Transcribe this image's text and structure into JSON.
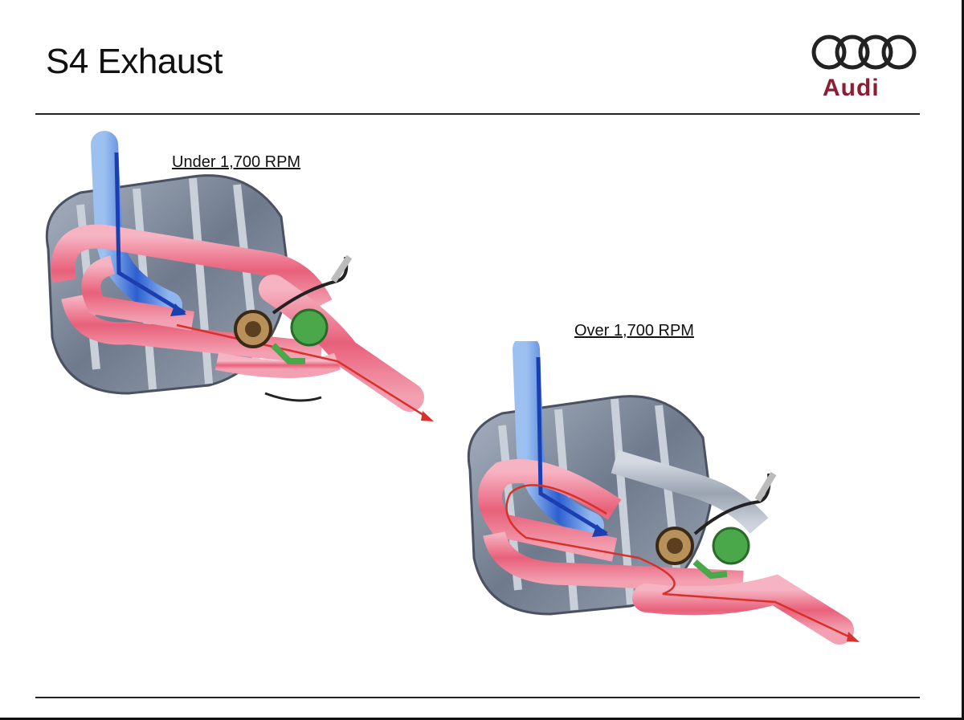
{
  "slide": {
    "title": "S4 Exhaust",
    "brand": {
      "logo_text": "Audi",
      "logo_icon": "four-rings-icon",
      "color": "#8c1d32"
    }
  },
  "diagrams": [
    {
      "label": "Under 1,700 RPM",
      "valve_state": "closed"
    },
    {
      "label": "Over 1,700 RPM",
      "valve_state": "open"
    }
  ],
  "colors": {
    "hot_gas": "#e8607a",
    "cold_gas": "#3a6fd8",
    "muffler_shell": "#7a8494",
    "valve_actuator": "#4aa84a",
    "flow_arrow": "#d8302a"
  }
}
